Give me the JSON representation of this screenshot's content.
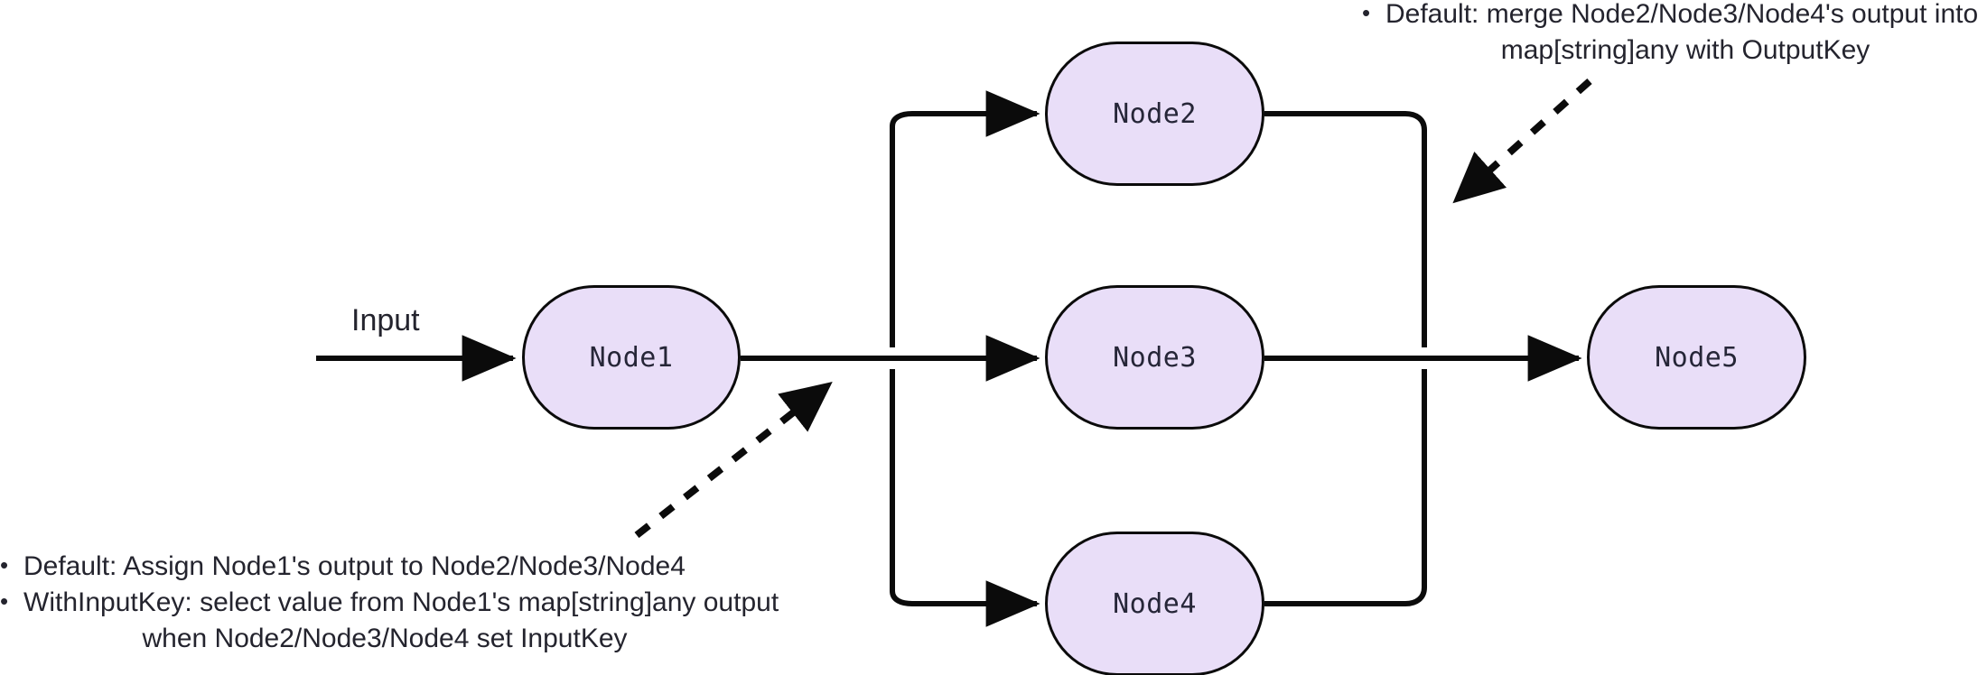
{
  "diagram": {
    "type": "flowchart",
    "background_color": "#ffffff",
    "node_fill_color": "#e9def8",
    "node_stroke_color": "#0b0b0b",
    "text_color": "#24242e",
    "nodes": [
      {
        "id": "node1",
        "label": "Node1"
      },
      {
        "id": "node2",
        "label": "Node2"
      },
      {
        "id": "node3",
        "label": "Node3"
      },
      {
        "id": "node4",
        "label": "Node4"
      },
      {
        "id": "node5",
        "label": "Node5"
      }
    ],
    "edge_labels": [
      {
        "id": "input",
        "label": "Input"
      }
    ],
    "edges": [
      {
        "from": "input",
        "to": "node1"
      },
      {
        "from": "node1",
        "to": "node2"
      },
      {
        "from": "node1",
        "to": "node3"
      },
      {
        "from": "node1",
        "to": "node4"
      },
      {
        "from": "node2",
        "to": "node5"
      },
      {
        "from": "node3",
        "to": "node5"
      },
      {
        "from": "node4",
        "to": "node5"
      }
    ]
  },
  "annotations": {
    "top_right": {
      "target": "merge-point-before-node5",
      "lines": [
        "Default: merge Node2/Node3/Node4's output into",
        "map[string]any with OutputKey"
      ]
    },
    "bottom_left": {
      "target": "split-point-after-node1",
      "lines": [
        "Default: Assign Node1's output to Node2/Node3/Node4",
        "WithInputKey: select value from Node1's map[string]any output",
        "when Node2/Node3/Node4 set InputKey"
      ]
    }
  }
}
